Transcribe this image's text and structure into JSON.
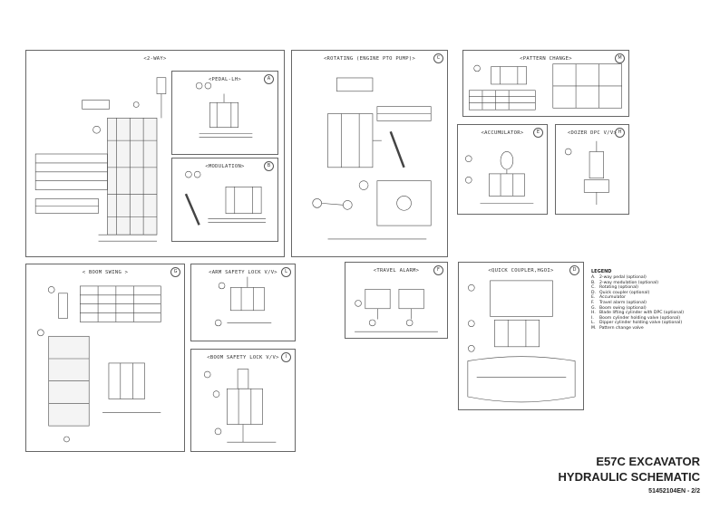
{
  "panels": {
    "two_way": {
      "title": "<2-WAY>"
    },
    "pedal": {
      "title": "<PEDAL-LH>",
      "tag": "A"
    },
    "modulation": {
      "title": "<MODULATION>",
      "tag": "B"
    },
    "rotating": {
      "title": "<ROTATING (ENGINE PTO PUMP)>",
      "tag": "C"
    },
    "pattern_change": {
      "title": "<PATTERN CHANGE>",
      "tag": "M"
    },
    "accumulator": {
      "title": "<ACCUMULATOR>",
      "tag": "E"
    },
    "dozer_dpc": {
      "title": "<DOZER DPC V/V>",
      "tag": "H"
    },
    "boom_swing": {
      "title": "< BOOM SWING >",
      "tag": "G"
    },
    "arm_safety": {
      "title": "<ARM SAFETY LOCK V/V>",
      "tag": "L"
    },
    "travel_alarm": {
      "title": "<TRAVEL ALARM>",
      "tag": "F"
    },
    "quick_coupler": {
      "title": "<QUICK COUPLER,HGOI>",
      "tag": "D"
    },
    "boom_safety": {
      "title": "<BOOM SAFETY LOCK V/V>",
      "tag": "I"
    }
  },
  "legend": {
    "title": "LEGEND",
    "items": [
      {
        "key": "A.",
        "text": "2-way pedal (optional)"
      },
      {
        "key": "B.",
        "text": "2-way modulation (optional)"
      },
      {
        "key": "C.",
        "text": "Rotating (optional)"
      },
      {
        "key": "D.",
        "text": "Quick coupler (optional)"
      },
      {
        "key": "E.",
        "text": "Accumulator"
      },
      {
        "key": "F.",
        "text": "Travel alarm (optional)"
      },
      {
        "key": "G.",
        "text": "Boom swing (optional)"
      },
      {
        "key": "H.",
        "text": "Blade lifting cylinder with DPC (optional)"
      },
      {
        "key": "I.",
        "text": "Boom cylinder holding valve (optional)"
      },
      {
        "key": "L.",
        "text": "Dipper cylinder holding valve (optional)"
      },
      {
        "key": "M.",
        "text": "Pattern change valve"
      }
    ]
  },
  "title_block": {
    "line1": "E57C EXCAVATOR",
    "line2": "HYDRAULIC SCHEMATIC",
    "doc_number": "51452104EN - 2/2"
  }
}
